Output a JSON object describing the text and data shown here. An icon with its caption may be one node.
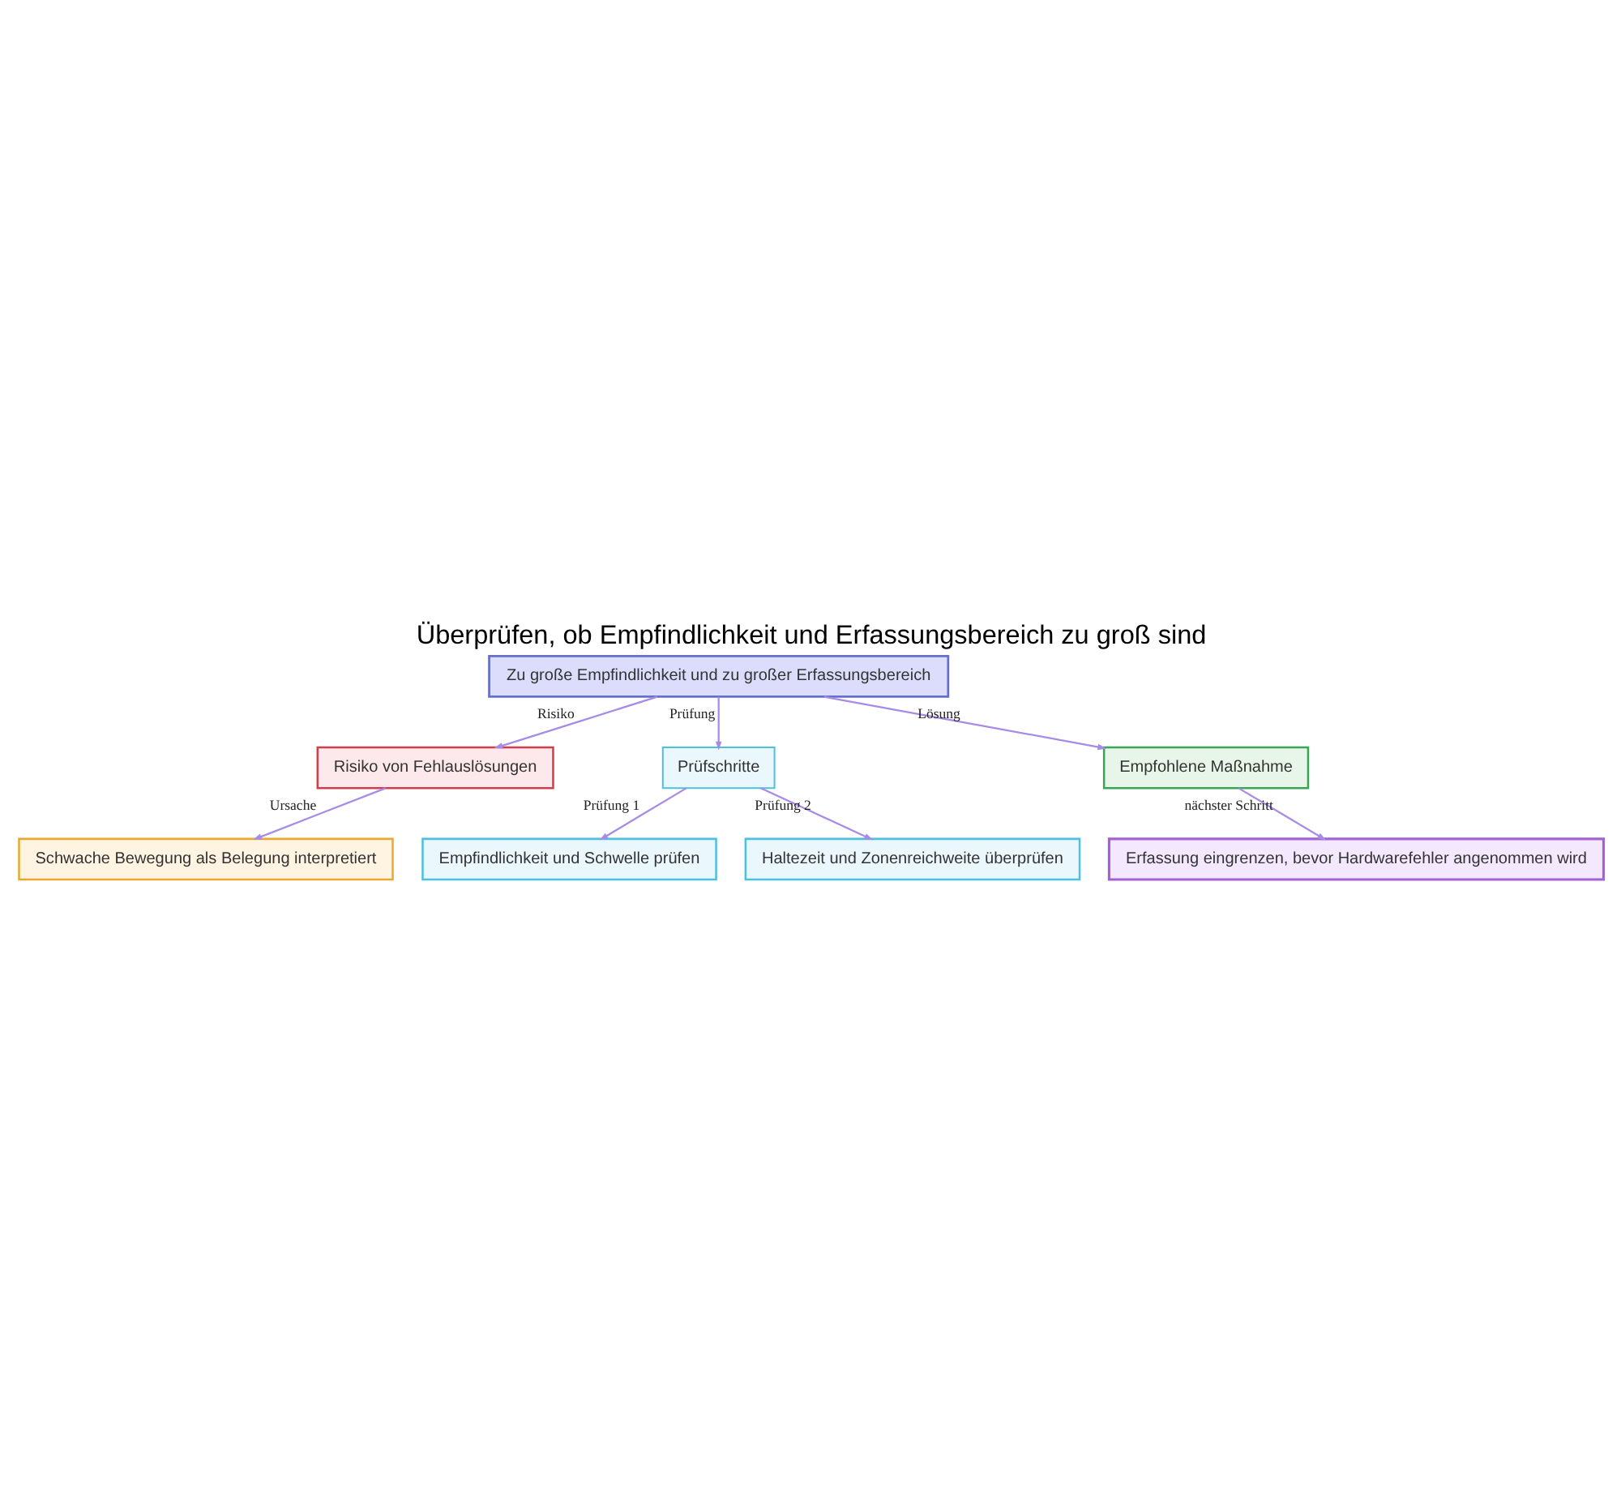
{
  "diagram": {
    "title": "Überprüfen, ob Empfindlichkeit und Erfassungsbereich zu groß sind",
    "nodes": [
      {
        "text": [
          "Zu große Empfindlichkeit und zu großer Erfassungsbereich"
        ]
      },
      {
        "text": [
          "Risiko von Fehlauslösungen"
        ]
      },
      {
        "text": [
          "Prüfschritte"
        ]
      },
      {
        "text": [
          "Empfohlene Maßnahme"
        ]
      },
      {
        "text": [
          "Schwache Bewegung als Belegung interpretiert"
        ]
      },
      {
        "text": [
          "Empfindlichkeit und Schwelle prüfen"
        ]
      },
      {
        "text": [
          "Haltezeit und Zonenreichweite überprüfen"
        ]
      },
      {
        "text": [
          "Erfassung eingrenzen, bevor Hardwarefehler angenommen wird"
        ]
      }
    ],
    "edges": [
      {
        "from": 0,
        "to": 1,
        "arrow": "to",
        "label": "Risiko"
      },
      {
        "from": 0,
        "to": 2,
        "arrow": "to",
        "label": "Prüfung"
      },
      {
        "from": 0,
        "to": 3,
        "arrow": "to",
        "label": "Lösung"
      },
      {
        "from": 1,
        "to": 4,
        "arrow": "to",
        "label": "Ursache"
      },
      {
        "from": 2,
        "to": 5,
        "arrow": "to",
        "label": "Prüfung 1"
      },
      {
        "from": 2,
        "to": 6,
        "arrow": "to",
        "label": "Prüfung 2"
      },
      {
        "from": 3,
        "to": 7,
        "arrow": "to",
        "label": "nächster Schritt"
      }
    ]
  }
}
